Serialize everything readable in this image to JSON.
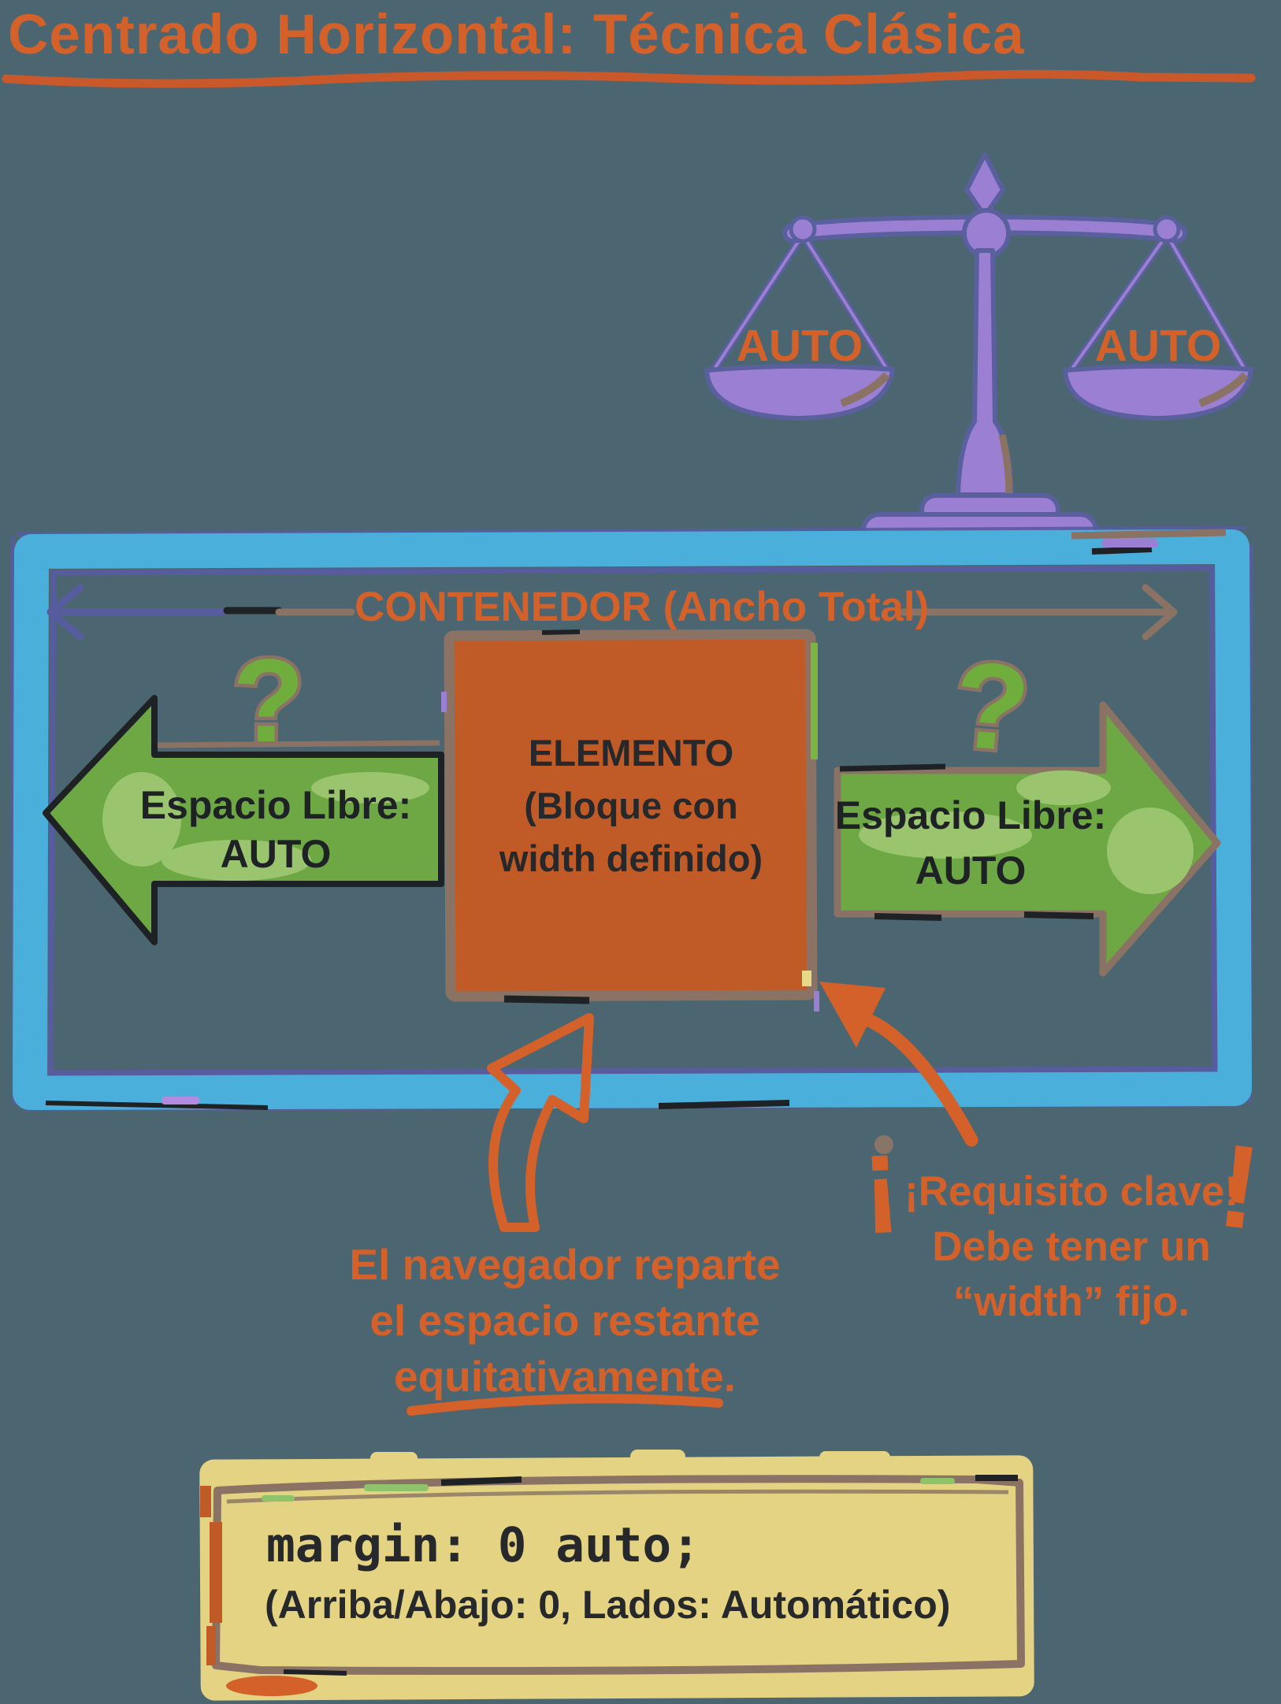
{
  "colors": {
    "background": "#4C6671",
    "accent_orange": "#D4602A",
    "element_orange": "#C05B28",
    "arrow_green": "#6DA845",
    "arrow_green_light": "#9AC46D",
    "scale_purple": "#9B7FD3",
    "outline_purple_dark": "#5A5F9E",
    "container_blue": "#4BAFDC",
    "sketch_brown": "#8A7364",
    "code_khaki": "#E3D382",
    "ink": "#26282B"
  },
  "title": {
    "text": "Centrado Horizontal: Técnica Clásica"
  },
  "scale": {
    "left_pan_label": "AUTO",
    "right_pan_label": "AUTO"
  },
  "container": {
    "label": "CONTENEDOR (Ancho Total)"
  },
  "element_box": {
    "line1": "ELEMENTO",
    "line2": "(Bloque con",
    "line3": "width definido)"
  },
  "free_space_left": {
    "line1": "Espacio Libre:",
    "line2": "AUTO"
  },
  "free_space_right": {
    "line1": "Espacio Libre:",
    "line2": "AUTO"
  },
  "marks": {
    "question": "?",
    "exclaim_inverted": "¡",
    "exclaim": "!"
  },
  "note_browser": {
    "line1": "El navegador reparte",
    "line2": "el espacio restante",
    "line3": "equitativamente."
  },
  "note_requirement": {
    "line1": "¡Requisito clave!",
    "line2": "Debe tener un",
    "line3": "“width” fijo."
  },
  "code_box": {
    "code": "margin: 0 auto;",
    "caption": "(Arriba/Abajo: 0, Lados: Automático)"
  }
}
